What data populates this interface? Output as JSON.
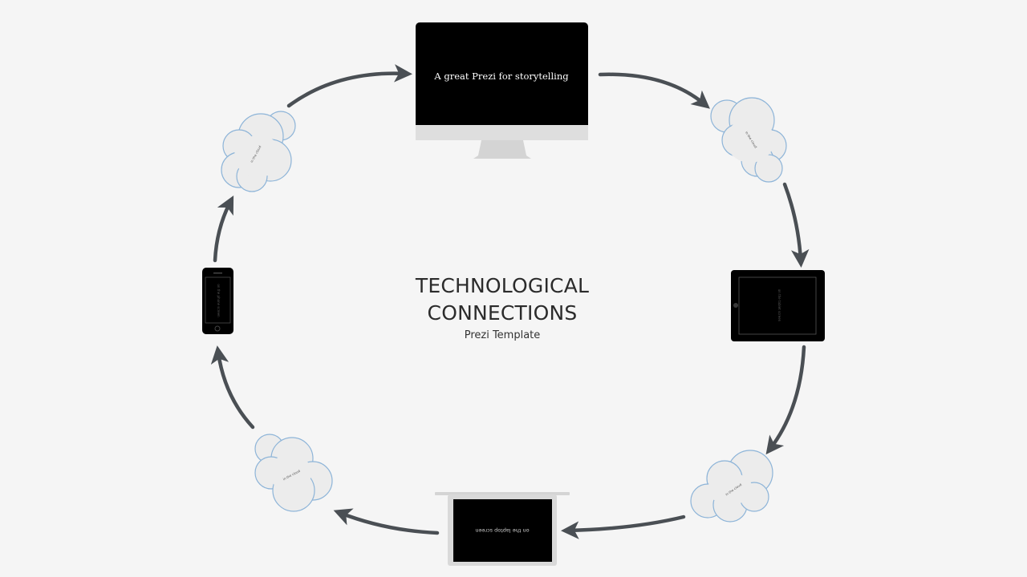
{
  "title": {
    "line1": "TECHNOLOGICAL",
    "line2": "CONNECTIONS",
    "subtitle": "Prezi Template"
  },
  "devices": {
    "monitor_text": "A great Prezi for storytelling",
    "tablet_text": "on the tablet screen",
    "laptop_text": "on the laptop screen",
    "phone_text": "on the phone screen"
  },
  "clouds": {
    "top_right": "in the cloud",
    "bottom_right": "in the cloud",
    "bottom_left": "in the cloud",
    "top_left": "in the cloud"
  },
  "colors": {
    "background": "#f5f5f5",
    "arrow": "#4a4f54",
    "cloud_fill": "#ececec",
    "cloud_stroke": "#8db4d8",
    "screen": "#000000",
    "device_frame": "#d9d9d9"
  }
}
